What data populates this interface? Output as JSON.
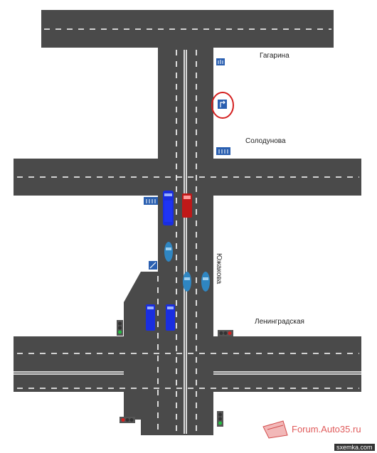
{
  "streets": {
    "gagarina": "Гагарина",
    "solodunova": "Солодунова",
    "leningradskaya": "Ленинградская",
    "yuzhakova": "Южакова"
  },
  "watermark": {
    "forum": "Forum.Auto35.ru",
    "site": "sxemka.com"
  },
  "colors": {
    "road": "#4a4a4a",
    "marking": "#ffffff",
    "sign_blue": "#2a5fb0",
    "car_blue": "#1a2ee0",
    "car_red": "#c01818",
    "car_teal": "#2f86c2",
    "highlight_circle": "#d42020",
    "traffic_light_green": "#22c040",
    "traffic_light_housing": "#555555"
  },
  "vehicles": [
    {
      "kind": "bus",
      "color": "blue"
    },
    {
      "kind": "truck",
      "color": "red"
    },
    {
      "kind": "car",
      "color": "teal"
    },
    {
      "kind": "car",
      "color": "teal"
    },
    {
      "kind": "car",
      "color": "teal"
    },
    {
      "kind": "van",
      "color": "blue"
    },
    {
      "kind": "van",
      "color": "blue"
    }
  ]
}
